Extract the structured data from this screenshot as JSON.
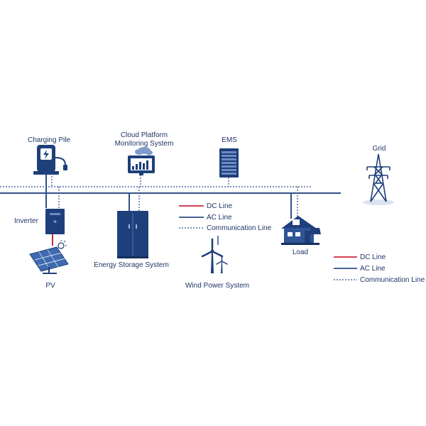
{
  "labels": {
    "charging_pile": "Charging Pile",
    "cloud_platform_line1": "Cloud Platform",
    "cloud_platform_line2": "Monitoring System",
    "ems": "EMS",
    "grid": "Grid",
    "inverter": "Inverter",
    "pv": "PV",
    "energy_storage": "Energy Storage System",
    "wind_power": "Wind Power System",
    "load": "Load"
  },
  "legend": {
    "dc": "DC Line",
    "ac": "AC Line",
    "comm": "Communication Line"
  },
  "colors": {
    "ac_line": "#2f4f8a",
    "dc_line": "#d0243a",
    "icon": "#1f3f7a",
    "icon_light": "#3f6bb0",
    "text": "#1f3566",
    "comm_line": "#2f4f8a"
  }
}
